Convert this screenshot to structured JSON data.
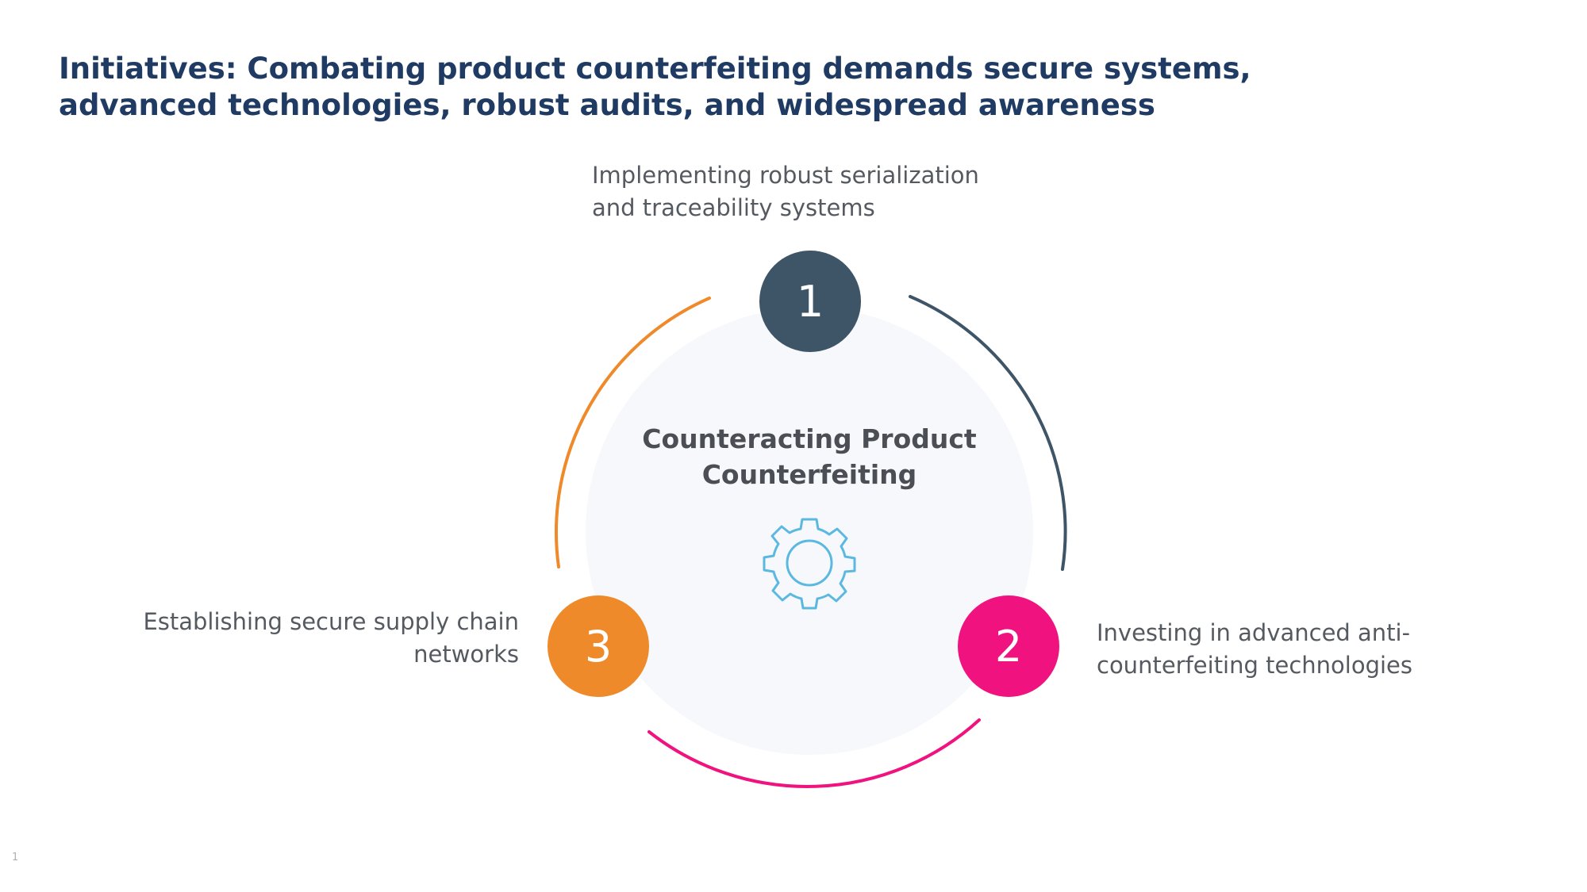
{
  "title": "Initiatives: Combating product counterfeiting demands secure systems, advanced technologies, robust audits, and widespread awareness",
  "center": {
    "title": "Counteracting Product Counterfeiting",
    "icon": "gear-icon"
  },
  "steps": [
    {
      "number": "1",
      "label": "Implementing robust serialization and traceability systems",
      "color": "#3e5467"
    },
    {
      "number": "2",
      "label": "Investing in advanced anti-counterfeiting technologies",
      "color": "#f0137f"
    },
    {
      "number": "3",
      "label": "Establishing secure supply chain networks",
      "color": "#ef8a2b"
    }
  ],
  "colors": {
    "title": "#1f3b63",
    "center_fill": "#f6f8fb",
    "gear": "#5bb8e0"
  },
  "page_number": "1"
}
